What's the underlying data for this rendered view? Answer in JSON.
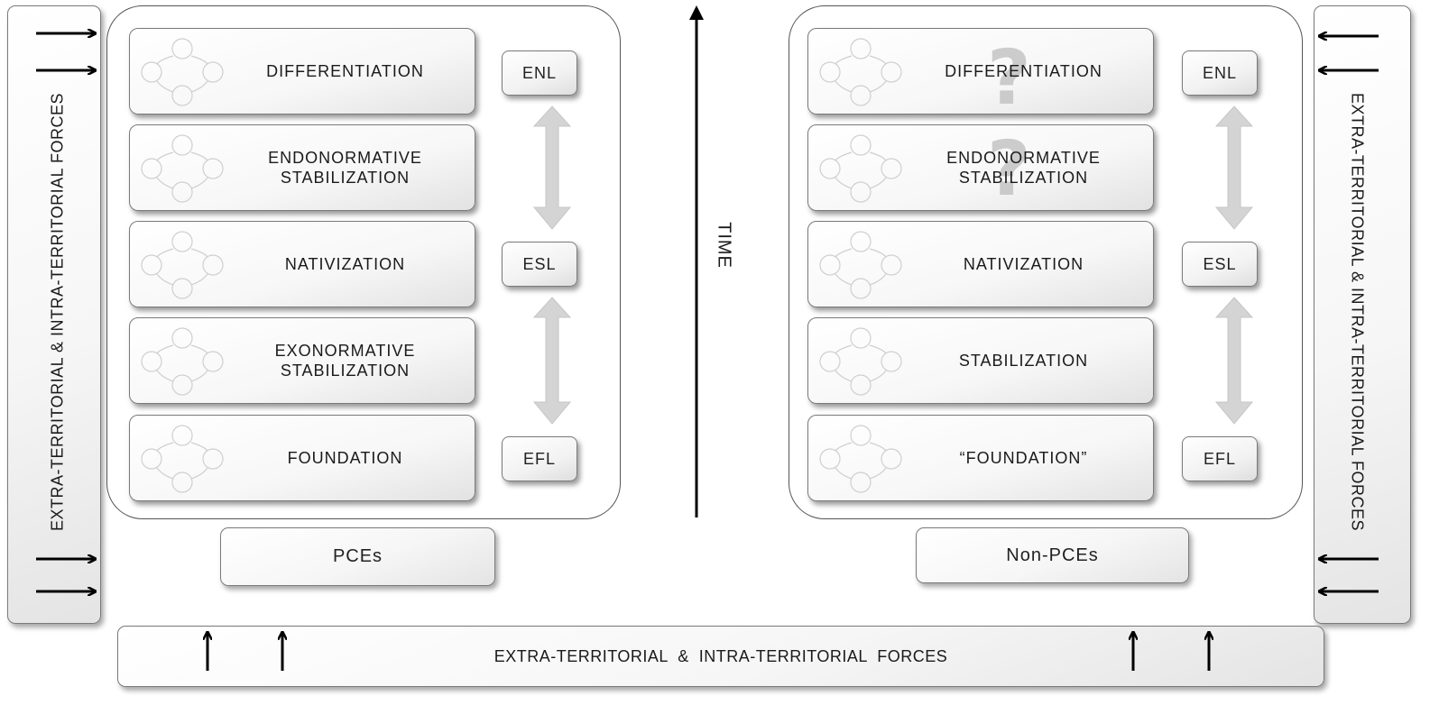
{
  "forces_label": "EXTRA-TERRITORIAL  &  INTRA-TERRITORIAL  FORCES",
  "time_label": "TIME",
  "left_panel": {
    "group_label": "PCEs",
    "stages": [
      "DIFFERENTIATION",
      "ENDONORMATIVE\nSTABILIZATION",
      "NATIVIZATION",
      "EXONORMATIVE\nSTABILIZATION",
      "FOUNDATION"
    ],
    "languages": [
      "ENL",
      "ESL",
      "EFL"
    ]
  },
  "right_panel": {
    "group_label": "Non-PCEs",
    "stages": [
      "DIFFERENTIATION",
      "ENDONORMATIVE\nSTABILIZATION",
      "NATIVIZATION",
      "STABILIZATION",
      "“FOUNDATION”"
    ],
    "languages": [
      "ENL",
      "ESL",
      "EFL"
    ],
    "uncertain_marks": [
      "?",
      "?"
    ]
  },
  "colors": {
    "border": "#7a7a7a",
    "arrow": "#000000",
    "double_arrow": "#d4d4d4",
    "question_mark": "#bdbdbd"
  }
}
